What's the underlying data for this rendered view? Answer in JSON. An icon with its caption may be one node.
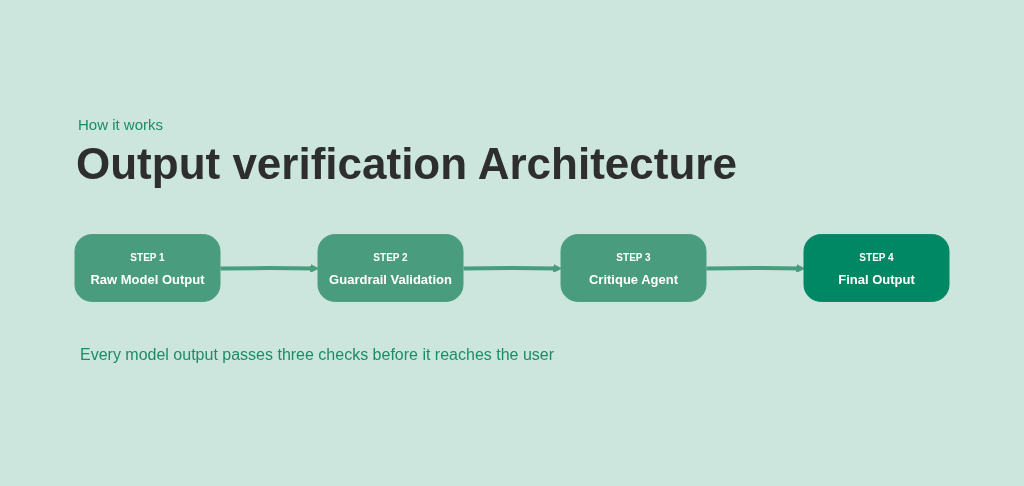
{
  "diagram": {
    "title": "Output verification Architecture",
    "caption": "Every model output passes three checks before it reaches the user",
    "labels": [
      "How it works"
    ],
    "nodes": [
      {
        "text": [
          "STEP 1",
          "Raw Model Output"
        ]
      },
      {
        "text": [
          "STEP 2",
          "Guardrail Validation"
        ]
      },
      {
        "text": [
          "STEP 3",
          "Critique Agent"
        ]
      },
      {
        "text": [
          "STEP 4",
          "Final Output"
        ]
      }
    ],
    "edges": [
      {
        "from": 0,
        "to": 1,
        "arrow": "to"
      },
      {
        "from": 1,
        "to": 2,
        "arrow": "to"
      },
      {
        "from": 2,
        "to": 3,
        "arrow": "to"
      }
    ]
  }
}
